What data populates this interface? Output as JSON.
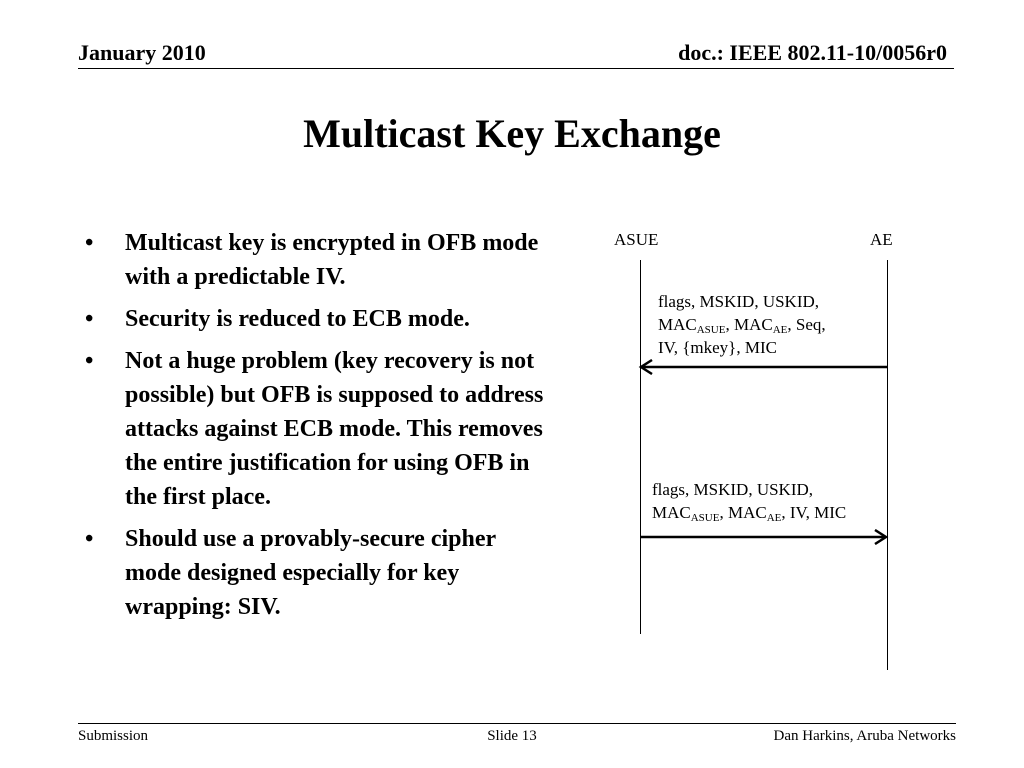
{
  "header": {
    "date": "January 2010",
    "doc": "doc.: IEEE 802.11-10/0056r0"
  },
  "title": "Multicast Key Exchange",
  "bullets": [
    "Multicast key is encrypted in OFB mode with a predictable IV.",
    "Security is reduced to ECB mode.",
    "Not a huge problem (key recovery is not possible) but OFB is supposed to address attacks against ECB mode. This removes the entire justification for using OFB in the first place.",
    "Should use a provably-secure cipher mode designed especially for key wrapping: SIV."
  ],
  "diagram": {
    "left_entity": "ASUE",
    "right_entity": "AE",
    "message1": {
      "line1": "flags, MSKID, USKID,",
      "mac": "MAC",
      "sub_asue": "ASUE",
      "sep1": ", MAC",
      "sub_ae": "AE",
      "tail": ", Seq,",
      "line3": "IV, {mkey}, MIC",
      "direction": "AE to ASUE"
    },
    "message2": {
      "line1": "flags, MSKID, USKID,",
      "mac": "MAC",
      "sub_asue": "ASUE",
      "sep1": ", MAC",
      "sub_ae": "AE",
      "tail": ", IV, MIC",
      "direction": "ASUE to AE"
    }
  },
  "footer": {
    "left": "Submission",
    "center": "Slide 13",
    "right": "Dan Harkins, Aruba Networks"
  }
}
